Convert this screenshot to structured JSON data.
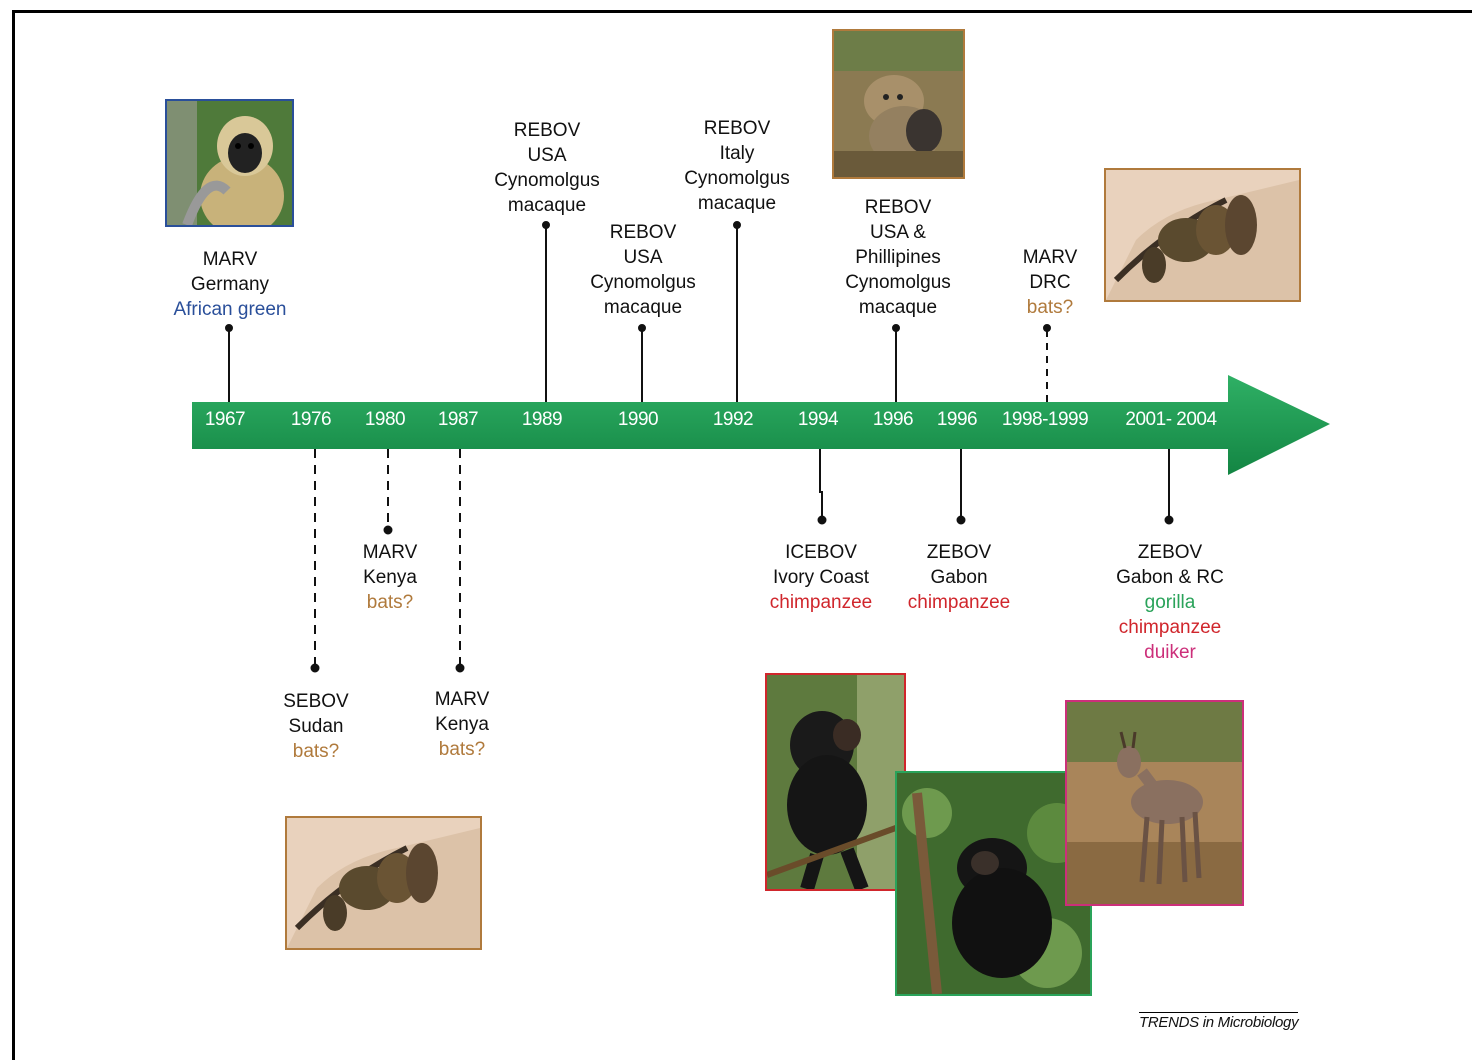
{
  "colors": {
    "arrow": "#1e9a52",
    "blue_host": "#2a4f9a",
    "bats": "#b07a3c",
    "chimpanzee": "#d0262c",
    "gorilla": "#2aa35a",
    "duiker": "#cc2f7a"
  },
  "years": [
    "1967",
    "1976",
    "1980",
    "1987",
    "1989",
    "1990",
    "1992",
    "1994",
    "1996",
    "1996",
    "1998-1999",
    "2001- 2004"
  ],
  "events_above": [
    {
      "lines": [
        "MARV",
        "Germany"
      ],
      "host": "African green",
      "host_color": "blue_host"
    },
    {
      "lines": [
        "REBOV",
        "USA",
        "Cynomolgus",
        "macaque"
      ]
    },
    {
      "lines": [
        "REBOV",
        "USA",
        "Cynomolgus",
        "macaque"
      ]
    },
    {
      "lines": [
        "REBOV",
        "Italy",
        "Cynomolgus",
        "macaque"
      ]
    },
    {
      "lines": [
        "REBOV",
        "USA &",
        "Phillipines",
        "Cynomolgus",
        "macaque"
      ]
    },
    {
      "lines": [
        "MARV",
        "DRC"
      ],
      "host": "bats?",
      "host_color": "bats"
    }
  ],
  "events_below": [
    {
      "lines": [
        "SEBOV",
        "Sudan"
      ],
      "hosts": [
        "bats?"
      ]
    },
    {
      "lines": [
        "MARV",
        "Kenya"
      ],
      "hosts": [
        "bats?"
      ]
    },
    {
      "lines": [
        "MARV",
        "Kenya"
      ],
      "hosts": [
        "bats?"
      ]
    },
    {
      "lines": [
        "ICEBOV",
        "Ivory Coast"
      ],
      "hosts": [
        "chimpanzee"
      ]
    },
    {
      "lines": [
        "ZEBOV",
        "Gabon"
      ],
      "hosts": [
        "chimpanzee"
      ]
    },
    {
      "lines": [
        "ZEBOV",
        "Gabon & RC"
      ],
      "hosts": [
        "gorilla",
        "chimpanzee",
        "duiker"
      ]
    }
  ],
  "photos": {
    "african_green": "african-green-monkey-photo",
    "macaque": "cynomolgus-macaque-photo",
    "bats_top": "bats-photo",
    "bats_bottom": "bats-photo",
    "chimpanzee": "chimpanzee-photo",
    "gorilla": "gorilla-photo",
    "duiker": "duiker-photo"
  },
  "credit": "TRENDS in Microbiology"
}
